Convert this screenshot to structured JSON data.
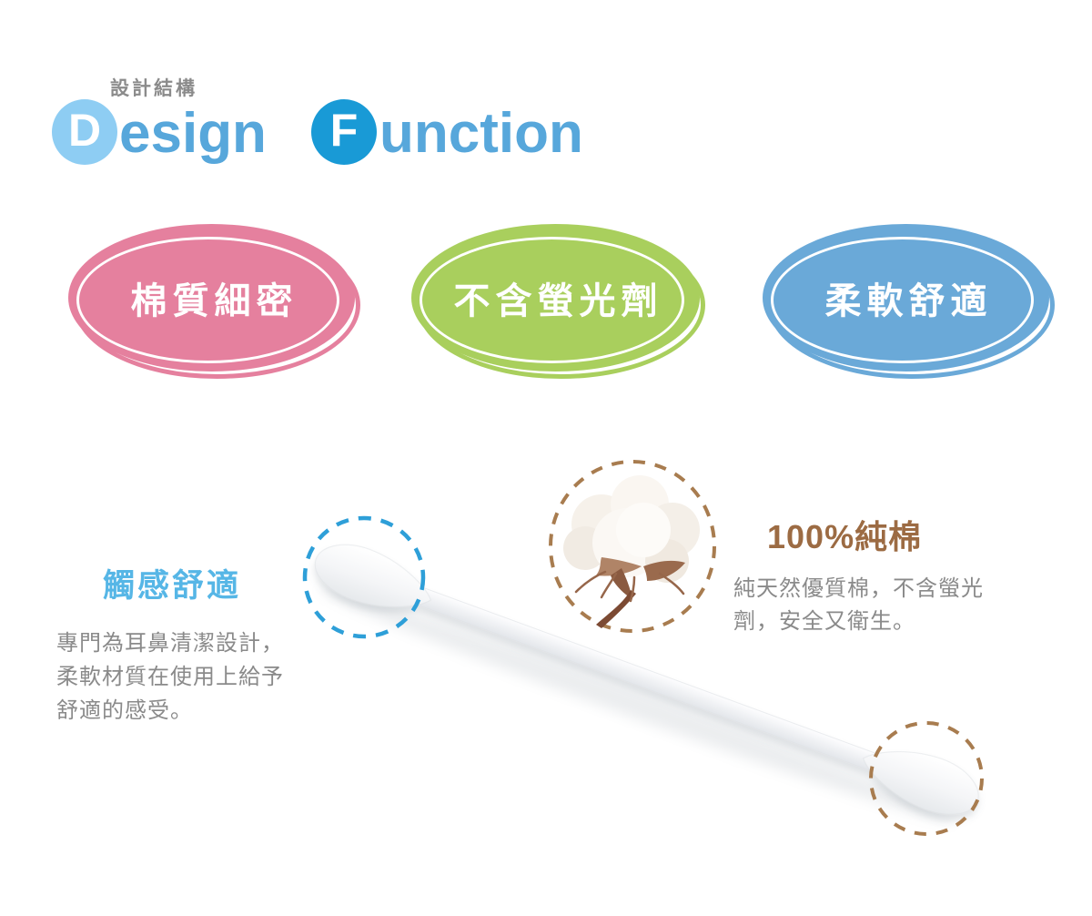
{
  "header": {
    "eyebrow": "設計結構",
    "eyebrow_color": "#8b8b8b",
    "logo": {
      "d_initial": "D",
      "d_rest": "esign",
      "f_initial": "F",
      "f_rest": "unction",
      "d_badge_color": "#8ecdf3",
      "f_badge_color": "#199ad6",
      "word_color": "#57a7db"
    }
  },
  "badges": [
    {
      "label": "棉質細密",
      "color": "#e5809e"
    },
    {
      "label": "不含螢光劑",
      "color": "#a9cf5d"
    },
    {
      "label": "柔軟舒適",
      "color": "#6aa9d8"
    }
  ],
  "features": {
    "left": {
      "title": "觸感舒適",
      "title_color": "#56b6e6",
      "lines": [
        "專門為耳鼻清潔設計，",
        "柔軟材質在使用上給予",
        "舒適的感受。"
      ]
    },
    "right": {
      "title": "100%純棉",
      "title_color": "#9c6b43",
      "lines": [
        "純天然優質棉，不含螢光",
        "劑，安全又衛生。"
      ]
    }
  },
  "annotations": {
    "swab_tip_circle_color": "#2e9fd8",
    "cotton_circle_color": "#a87c4f",
    "handle_tip_circle_color": "#a87c4f"
  },
  "body_text_color": "#8a8a8a",
  "icons": {
    "cotton_boll": "cotton-boll-icon",
    "cotton_swab": "cotton-swab-image"
  }
}
